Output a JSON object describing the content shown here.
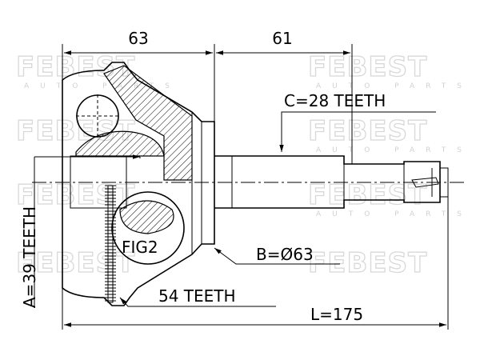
{
  "labels": {
    "dim_top_left": "63",
    "dim_top_right": "61",
    "teeth_c": "C=28 TEETH",
    "teeth_a": "A=39 TEETH",
    "fig": "FIG2",
    "diameter_b": "B=Ø63",
    "abs_teeth": "54 TEETH",
    "length": "L=175"
  },
  "watermark": {
    "brand": "FEBEST",
    "sub": "AUTO PARTS"
  }
}
